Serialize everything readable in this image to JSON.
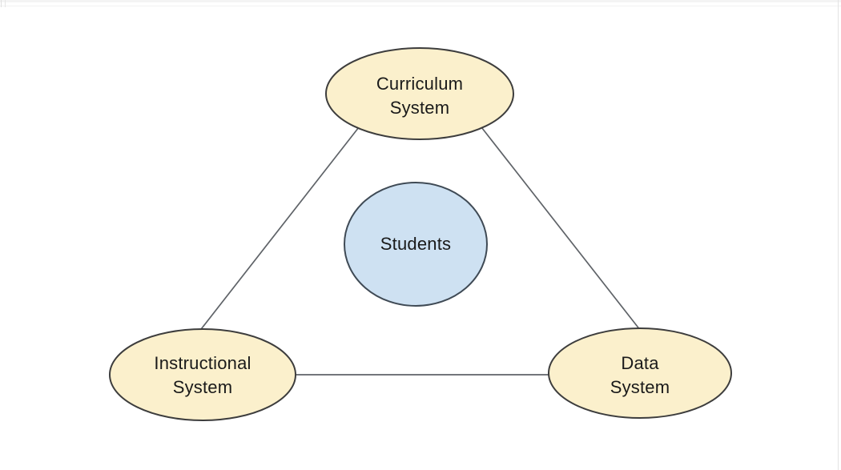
{
  "diagram": {
    "nodes": [
      {
        "id": "curriculum-system",
        "lines": [
          "Curriculum",
          "System"
        ],
        "shape": "ellipse",
        "fill": "#FBF0CC",
        "stroke": "#3D3D3D"
      },
      {
        "id": "students",
        "lines": [
          "Students"
        ],
        "shape": "circle",
        "fill": "#CEE1F2",
        "stroke": "#3F4A55"
      },
      {
        "id": "instructional-system",
        "lines": [
          "Instructional",
          "System"
        ],
        "shape": "ellipse",
        "fill": "#FBF0CC",
        "stroke": "#3D3D3D"
      },
      {
        "id": "data-system",
        "lines": [
          "Data",
          "System"
        ],
        "shape": "ellipse",
        "fill": "#FBF0CC",
        "stroke": "#3D3D3D"
      }
    ],
    "edges": [
      {
        "from": "curriculum-system",
        "to": "instructional-system"
      },
      {
        "from": "curriculum-system",
        "to": "data-system"
      },
      {
        "from": "instructional-system",
        "to": "data-system"
      }
    ],
    "edge_color": "#5F6368",
    "text_color": "#1A1A1A",
    "background_color": "#FFFFFF"
  }
}
